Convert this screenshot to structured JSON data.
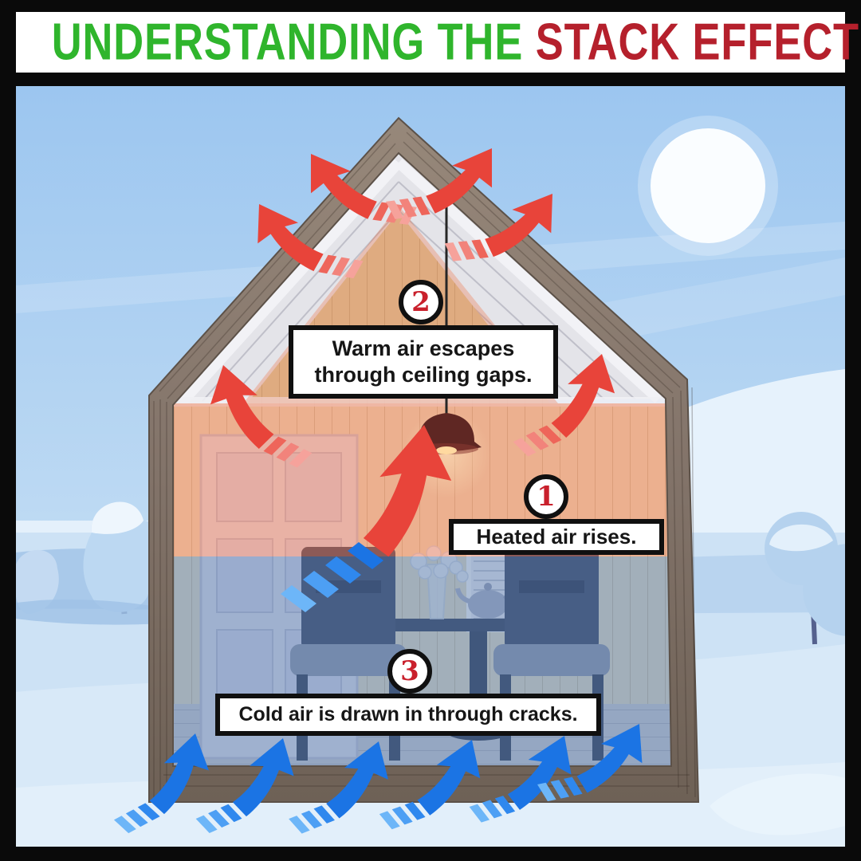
{
  "header": {
    "title_part1": "UNDERSTANDING THE ",
    "title_part2": "STACK EFFECT"
  },
  "steps": [
    {
      "number": "1",
      "lines": [
        "Heated air rises."
      ]
    },
    {
      "number": "2",
      "lines": [
        "Warm air escapes",
        "through ceiling gaps."
      ]
    },
    {
      "number": "3",
      "lines": [
        "Cold air is drawn in through cracks."
      ]
    }
  ],
  "icons": {
    "warm_air_arrow": "red curved arrow with segmented tail",
    "cold_air_arrow": "blue curved arrow with segmented tail",
    "sun": "white winter sun disc"
  },
  "colors": {
    "title_green": "#2fb52c",
    "title_red": "#b5202c",
    "num_red": "#c9202c",
    "arrow_warm": "#e8443a",
    "arrow_cold": "#1b74e4",
    "warm_tint": "#ee6a3c",
    "cool_tint": "#4a6fa5",
    "sky_top": "#9cc6f0",
    "sky_bottom": "#d9eafa",
    "snow": "#cde2f5",
    "wood_frame": "#8a7b6e",
    "sun": "#fafdff",
    "frame_border": "#0a0a0a",
    "callout_bg": "#ffffff",
    "callout_border": "#101010"
  }
}
